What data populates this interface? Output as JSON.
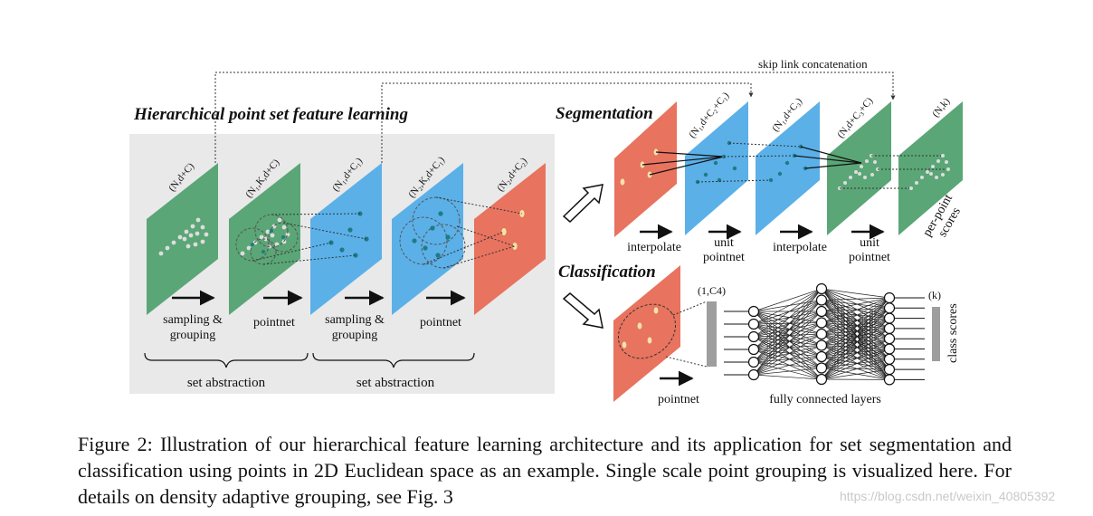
{
  "colors": {
    "green": "#5aa676",
    "blue": "#5bb0e8",
    "red": "#e8735f",
    "panel": "#e9e9e9",
    "point_light": "#dddddd",
    "point_teal": "#1e7b86",
    "point_yellow": "#f6e3a7"
  },
  "hierarchical": {
    "title": "Hierarchical point set feature learning",
    "dims": [
      "(N,d+C)",
      "(N₁,K,d+C)",
      "(N₁,d+C₁)",
      "(N₂,K,d+C₁)",
      "(N₂,d+C₂)"
    ],
    "ops": [
      [
        "sampling &",
        "grouping"
      ],
      [
        "pointnet"
      ],
      [
        "sampling &",
        "grouping"
      ],
      [
        "pointnet"
      ]
    ],
    "groups": [
      "set abstraction",
      "set abstraction"
    ]
  },
  "segmentation": {
    "title": "Segmentation",
    "skip_label": "skip link concatenation",
    "dims": [
      "(N₁,d+C₂+C₁)",
      "(N₁,d+C₃)",
      "(N,d+C₃+C)",
      "(N,k)"
    ],
    "ops": [
      [
        "interpolate"
      ],
      [
        "unit",
        "pointnet"
      ],
      [
        "interpolate"
      ],
      [
        "unit",
        "pointnet"
      ]
    ],
    "out_label": [
      "per-point",
      "scores"
    ]
  },
  "classification": {
    "title": "Classification",
    "vec_dim": "(1,C4)",
    "out_dim": "(k)",
    "op_pointnet": "pointnet",
    "op_fc": "fully connected layers",
    "out_label": "class scores"
  },
  "caption": "Figure 2: Illustration of our hierarchical feature learning architecture and its application for set segmentation and classification using points in 2D Euclidean space as an example. Single scale point grouping is visualized here. For details on density adaptive grouping, see Fig. 3",
  "watermark": "https://blog.csdn.net/weixin_40805392"
}
